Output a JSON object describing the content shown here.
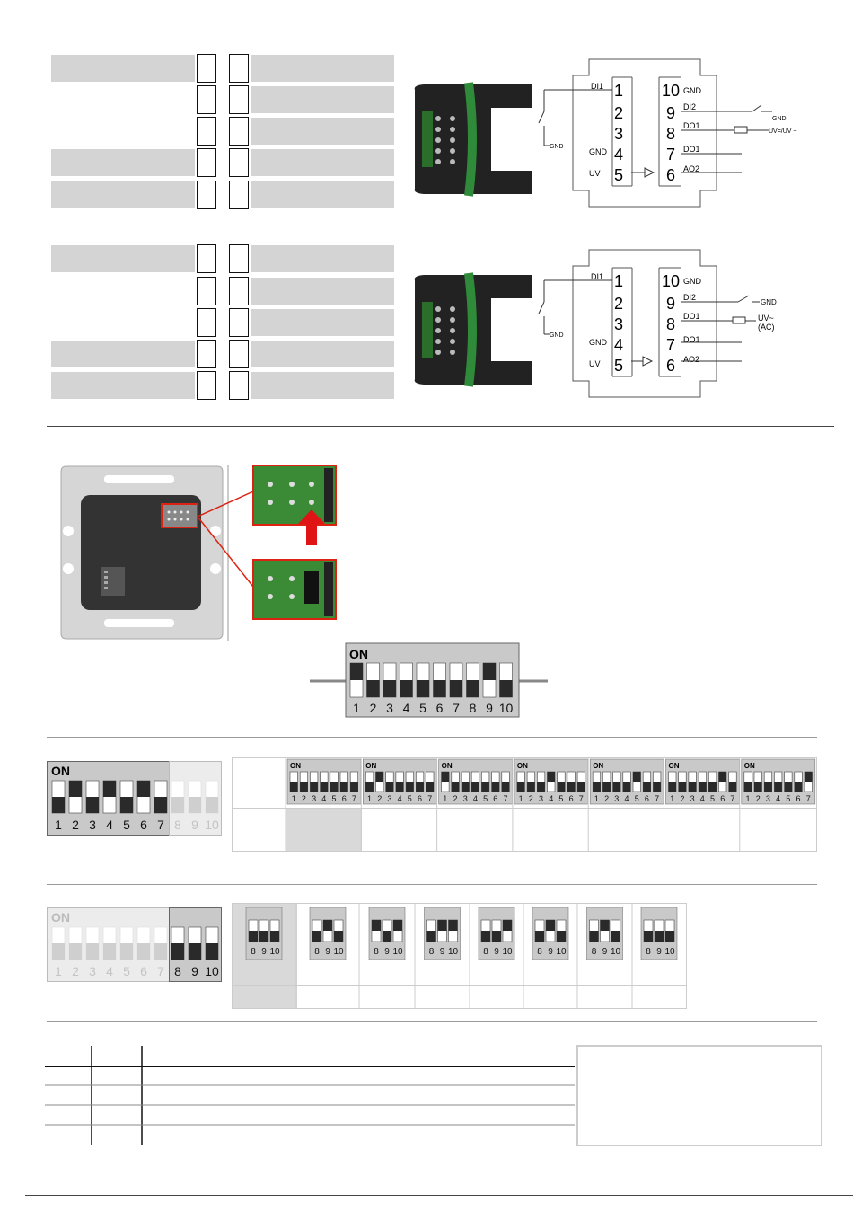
{
  "wiring_1": {
    "terminals_left": [
      "DI1",
      "GND",
      "UV"
    ],
    "terminals_right": [
      "GND",
      "DI2",
      "DO1",
      "DO1",
      "AO2"
    ],
    "numbers_left": [
      "1",
      "2",
      "3",
      "4",
      "5"
    ],
    "numbers_right": [
      "10",
      "9",
      "8",
      "7",
      "6"
    ],
    "ext_gnd_switch": "GND",
    "ext_gnd_di2": "GND",
    "supply": "UV=/UV ~"
  },
  "wiring_2": {
    "terminals_left": [
      "DI1",
      "GND",
      "UV"
    ],
    "terminals_right": [
      "GND",
      "DI2",
      "DO1",
      "DO1",
      "AO2"
    ],
    "numbers_left": [
      "1",
      "2",
      "3",
      "4",
      "5"
    ],
    "numbers_right": [
      "10",
      "9",
      "8",
      "7",
      "6"
    ],
    "ext_gnd_switch": "GND",
    "ext_gnd_di2": "GND",
    "supply_line1": "UV~",
    "supply_line2": "(AC)"
  },
  "dip_main": {
    "on_label": "ON",
    "numbers": [
      "1",
      "2",
      "3",
      "4",
      "5",
      "6",
      "7",
      "8",
      "9",
      "10"
    ],
    "up": [
      true,
      false,
      false,
      false,
      false,
      false,
      false,
      false,
      true,
      false
    ]
  },
  "dip_left_1": {
    "on_label": "ON",
    "numbers": [
      "1",
      "2",
      "3",
      "4",
      "5",
      "6",
      "7",
      "8",
      "9",
      "10"
    ],
    "up": [
      false,
      true,
      false,
      true,
      false,
      true,
      false,
      false,
      false,
      false
    ],
    "active_count": 7
  },
  "dip_row_1": {
    "on_label": "ON",
    "numbers": [
      "1",
      "2",
      "3",
      "4",
      "5",
      "6",
      "7"
    ],
    "configs": [
      [
        false,
        false,
        false,
        false,
        false,
        false,
        false
      ],
      [
        false,
        true,
        false,
        false,
        false,
        false,
        false
      ],
      [
        true,
        false,
        false,
        false,
        false,
        false,
        false
      ],
      [
        false,
        false,
        false,
        true,
        false,
        false,
        false
      ],
      [
        false,
        false,
        false,
        false,
        true,
        false,
        false
      ],
      [
        false,
        false,
        false,
        false,
        false,
        true,
        false
      ],
      [
        false,
        false,
        false,
        false,
        false,
        false,
        true
      ]
    ]
  },
  "dip_left_2": {
    "on_label": "ON",
    "numbers": [
      "1",
      "2",
      "3",
      "4",
      "5",
      "6",
      "7",
      "8",
      "9",
      "10"
    ],
    "up": [
      false,
      false,
      false,
      false,
      false,
      false,
      false,
      false,
      false,
      false
    ],
    "active_from": 7
  },
  "dip_row_2": {
    "numbers": [
      "8",
      "9",
      "10"
    ],
    "configs": [
      [
        false,
        false,
        false
      ],
      [
        false,
        true,
        false
      ],
      [
        true,
        false,
        true
      ],
      [
        false,
        true,
        true
      ],
      [
        false,
        false,
        true
      ],
      [
        false,
        true,
        false
      ],
      [
        false,
        true,
        false
      ],
      [
        false,
        false,
        false
      ]
    ]
  }
}
